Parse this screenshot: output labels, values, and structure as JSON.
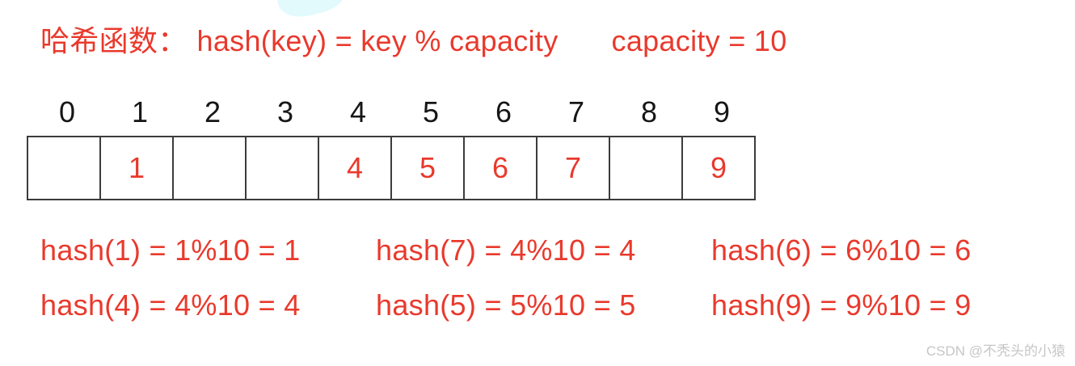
{
  "colors": {
    "accent_red": "#e9392c",
    "text_black": "#161616",
    "table_border": "#3c3c3c",
    "watermark_gray": "#c6c6c6",
    "highlight_cyan": "#e2fafc",
    "page_bg": "#ffffff"
  },
  "title": {
    "label": "哈希函数：",
    "formula": "hash(key) = key % capacity",
    "capacity": "capacity = 10"
  },
  "hash_table": {
    "indices": [
      "0",
      "1",
      "2",
      "3",
      "4",
      "5",
      "6",
      "7",
      "8",
      "9"
    ],
    "cells": [
      "",
      "1",
      "",
      "",
      "4",
      "5",
      "6",
      "7",
      "",
      "9"
    ]
  },
  "equations": {
    "rows": [
      [
        "hash(1) = 1%10 = 1",
        "hash(7) = 4%10 = 4",
        "hash(6) = 6%10 = 6"
      ],
      [
        "hash(4) = 4%10 = 4",
        "hash(5) = 5%10 = 5",
        "hash(9) = 9%10 = 9"
      ]
    ]
  },
  "watermark": {
    "text": "CSDN @不秃头的小猿"
  }
}
